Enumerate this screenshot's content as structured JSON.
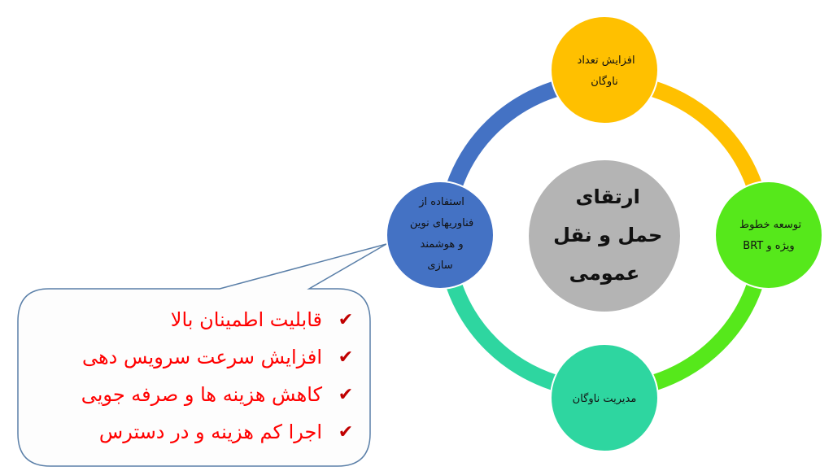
{
  "center": {
    "lines": [
      "ارتقای",
      "حمل و نقل",
      "عمومی"
    ]
  },
  "nodes": {
    "top": {
      "lines": [
        "افزایش تعداد",
        "ناوگان"
      ],
      "color": "#FFC000"
    },
    "right": {
      "lines": [
        "توسعه خطوط",
        "ویژه و BRT"
      ],
      "color": "#56E81B"
    },
    "bottom": {
      "lines": [
        "مدیریت ناوگان"
      ],
      "color": "#2ED6A0"
    },
    "left": {
      "lines": [
        "استفاده از",
        "فناوریهای نوین",
        "و هوشمند",
        "سازی"
      ],
      "color": "#4472C4"
    }
  },
  "center_color": "#B4B4B4",
  "callout": {
    "items": [
      "قابلیت اطمینان بالا",
      "افزایش سرعت سرویس دهی",
      "کاهش هزینه ها و صرفه جویی",
      "اجرا کم هزینه و در دسترس"
    ],
    "icon": "check-icon",
    "text_color": "#FF0000"
  }
}
